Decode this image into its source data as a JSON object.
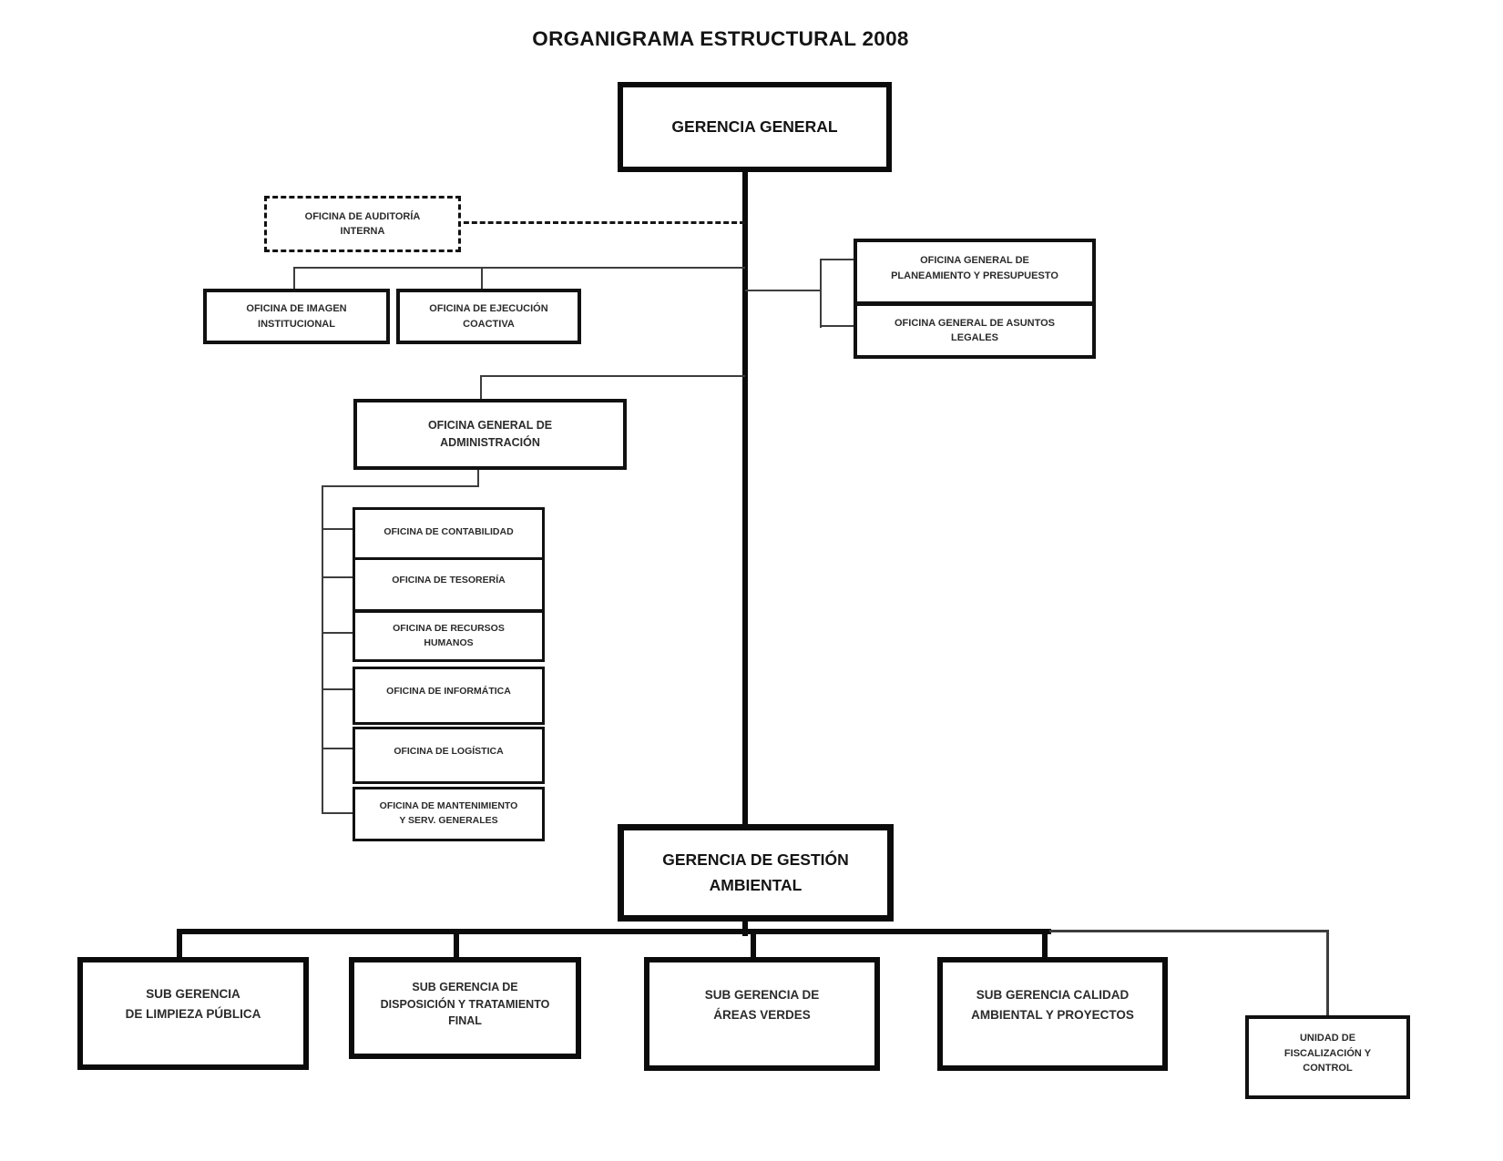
{
  "title": "ORGANIGRAMA ESTRUCTURAL 2008",
  "colors": {
    "background": "#ffffff",
    "box_border": "#0b0b0b",
    "thin_line": "#3d3d3d",
    "text": "#2b2b2b"
  },
  "nodes": {
    "gerencia_general": {
      "lines": [
        "GERENCIA GENERAL"
      ]
    },
    "auditoria_interna": {
      "lines": [
        "OFICINA DE AUDITORÍA",
        "INTERNA"
      ]
    },
    "imagen_institucional": {
      "lines": [
        "OFICINA DE IMAGEN",
        "INSTITUCIONAL"
      ]
    },
    "ejecucion_coactiva": {
      "lines": [
        "OFICINA DE EJECUCIÓN",
        "COACTIVA"
      ]
    },
    "planeamiento_presupuesto": {
      "lines": [
        "OFICINA GENERAL DE",
        "PLANEAMIENTO Y PRESUPUESTO"
      ]
    },
    "asuntos_legales": {
      "lines": [
        "OFICINA GENERAL DE ASUNTOS",
        "LEGALES"
      ]
    },
    "administracion": {
      "lines": [
        "OFICINA GENERAL DE",
        "ADMINISTRACIÓN"
      ]
    },
    "contabilidad": {
      "lines": [
        "OFICINA DE CONTABILIDAD"
      ]
    },
    "tesoreria": {
      "lines": [
        "OFICINA DE TESORERÍA"
      ]
    },
    "recursos_humanos": {
      "lines": [
        "OFICINA DE RECURSOS",
        "HUMANOS"
      ]
    },
    "informatica": {
      "lines": [
        "OFICINA DE INFORMÁTICA"
      ]
    },
    "logistica": {
      "lines": [
        "OFICINA DE LOGÍSTICA"
      ]
    },
    "mantenimiento": {
      "lines": [
        "OFICINA DE MANTENIMIENTO",
        "Y SERV. GENERALES"
      ]
    },
    "gestion_ambiental": {
      "lines": [
        "GERENCIA DE GESTIÓN",
        "AMBIENTAL"
      ]
    },
    "limpieza_publica": {
      "lines": [
        "SUB GERENCIA",
        "DE LIMPIEZA PÚBLICA"
      ]
    },
    "disposicion_tratamiento": {
      "lines": [
        "SUB GERENCIA DE",
        "DISPOSICIÓN Y TRATAMIENTO",
        "FINAL"
      ]
    },
    "areas_verdes": {
      "lines": [
        "SUB GERENCIA DE",
        "ÁREAS VERDES"
      ]
    },
    "calidad_ambiental": {
      "lines": [
        "SUB GERENCIA CALIDAD",
        "AMBIENTAL Y PROYECTOS"
      ]
    },
    "fiscalizacion_control": {
      "lines": [
        "UNIDAD DE",
        "FISCALIZACIÓN Y",
        "CONTROL"
      ]
    }
  }
}
